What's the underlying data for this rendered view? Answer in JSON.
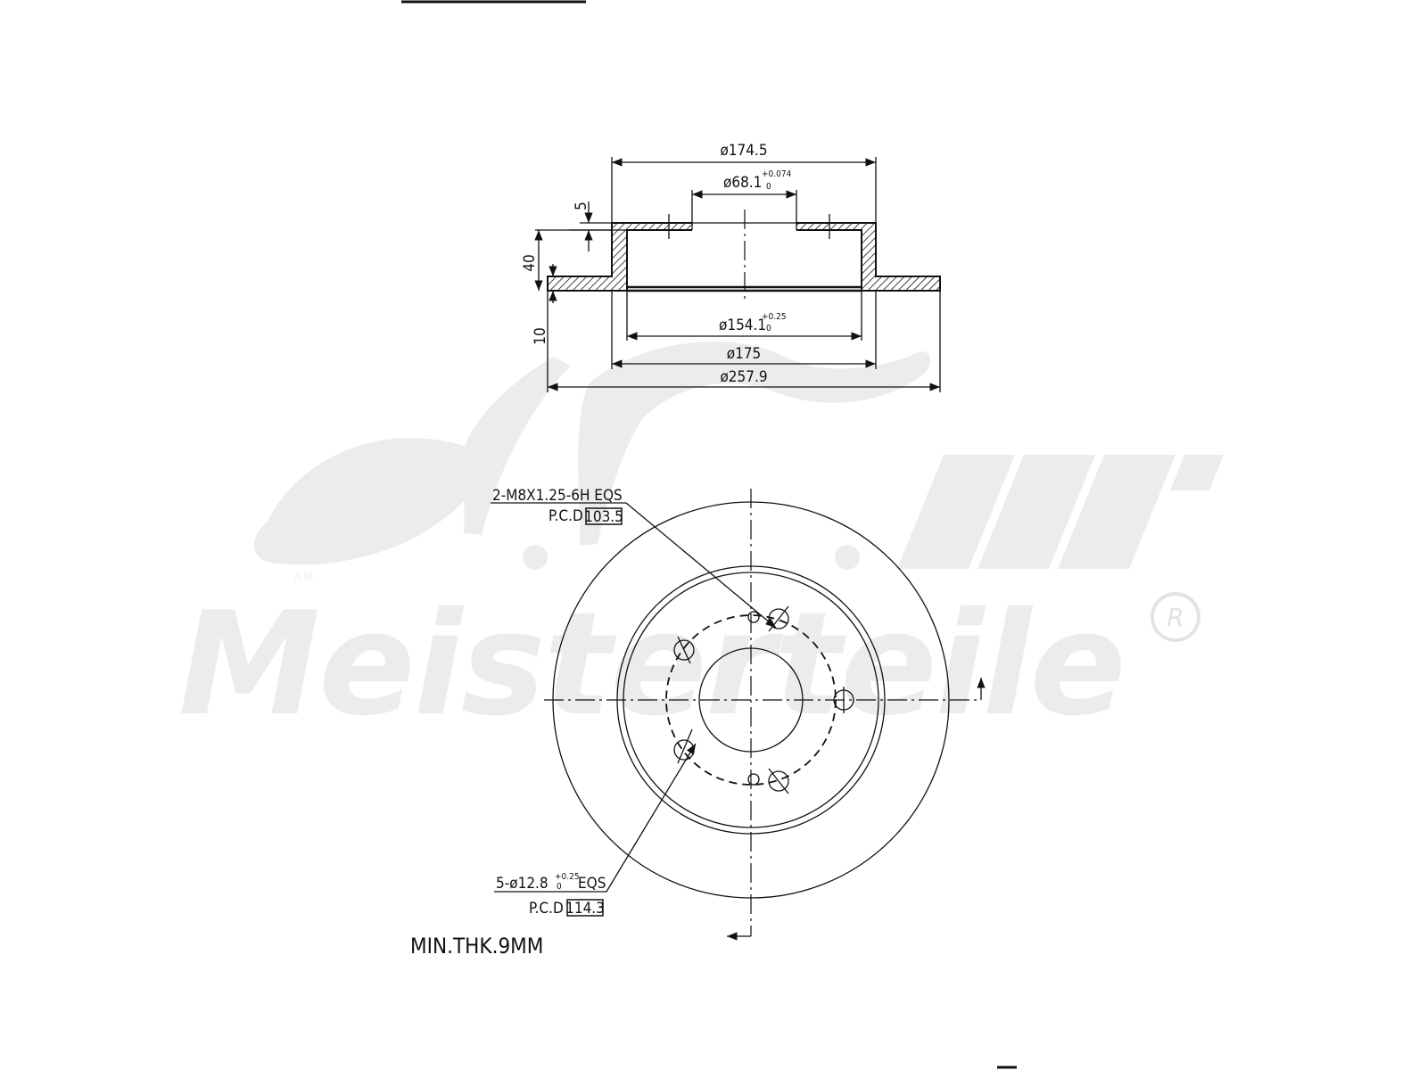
{
  "watermark": {
    "monogram": "A.M.",
    "brand": "Meisterteile",
    "registered_mark": "R"
  },
  "section_view": {
    "dim_overall_hat": "ø174.5",
    "dim_center_bore": "ø68.1",
    "dim_center_bore_tol_upper": "+0.074",
    "dim_center_bore_tol_lower": "0",
    "dim_hat_thickness": "5",
    "dim_total_height": "40",
    "dim_disc_thickness": "10",
    "dim_drum_inner": "ø154.1",
    "dim_drum_inner_tol_upper": "+0.25",
    "dim_drum_inner_tol_lower": "0",
    "dim_drum_outer": "ø175",
    "dim_disc_outer": "ø257.9"
  },
  "plan_view": {
    "thread_callout": "2-M8X1.25-6H EQS",
    "thread_pcd_label": "P.C.D",
    "thread_pcd_value": "103.5",
    "bolt_callout_prefix": "5-ø12.8",
    "bolt_tol_upper": "+0.25",
    "bolt_tol_lower": "0",
    "bolt_callout_suffix": "EQS",
    "bolt_pcd_label": "P.C.D",
    "bolt_pcd_value": "114.3"
  },
  "min_thickness_note": "MIN.THK.9MM"
}
